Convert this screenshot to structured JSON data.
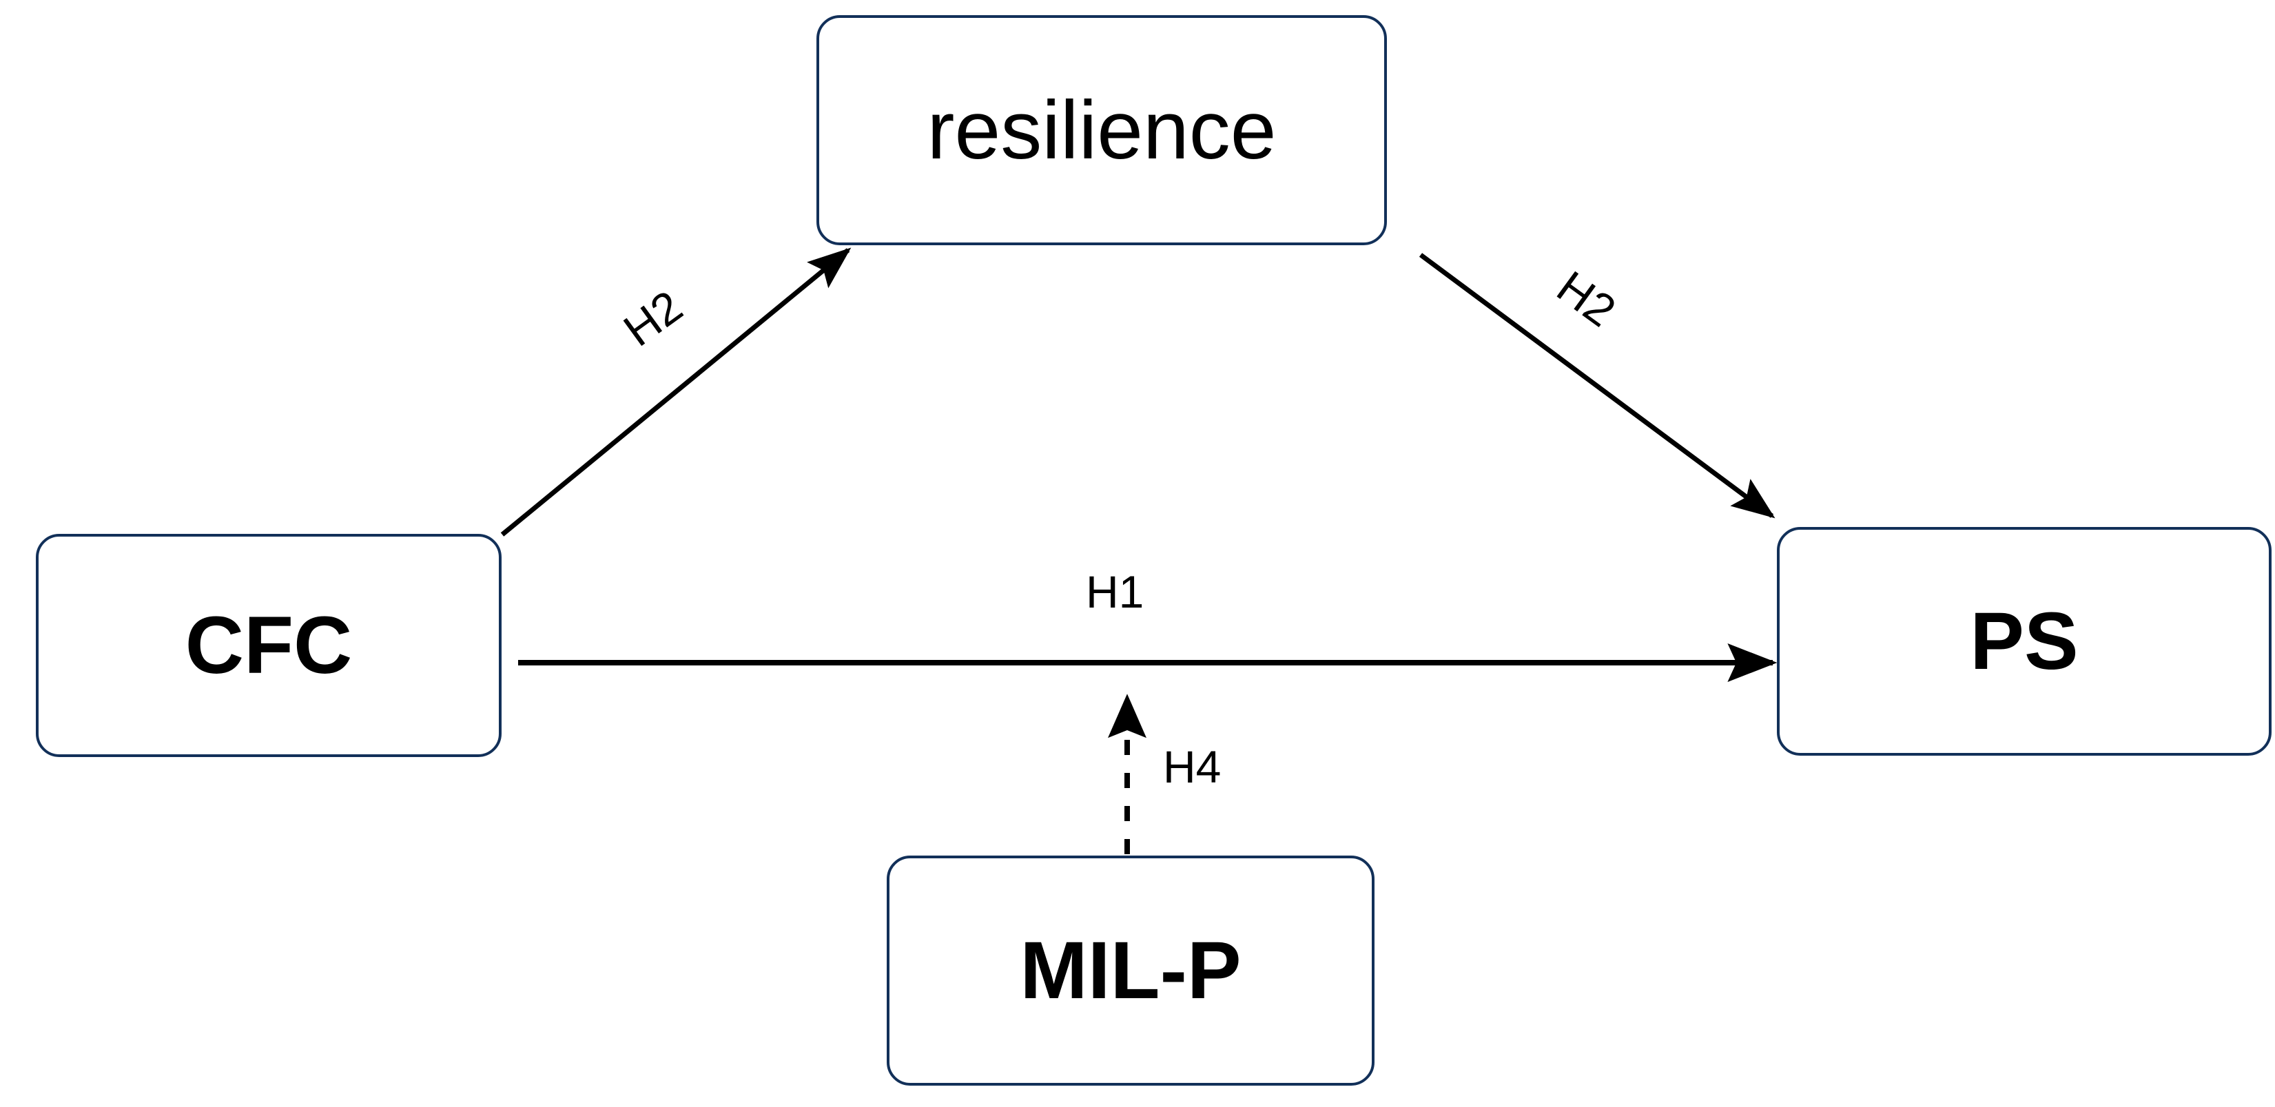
{
  "diagram": {
    "type": "path-model",
    "background_color": "#ffffff",
    "node_border_color": "#123059",
    "edge_color": "#000000",
    "nodes": [
      {
        "id": "resilience",
        "label": "resilience"
      },
      {
        "id": "cfc",
        "label": "CFC"
      },
      {
        "id": "ps",
        "label": "PS"
      },
      {
        "id": "milp",
        "label": "MIL-P"
      }
    ],
    "edges": [
      {
        "id": "cfc-to-resilience",
        "label": "H2",
        "from": "cfc",
        "to": "resilience",
        "style": "solid",
        "arrow": "single"
      },
      {
        "id": "resilience-to-ps",
        "label": "H2",
        "from": "resilience",
        "to": "ps",
        "style": "solid",
        "arrow": "single"
      },
      {
        "id": "cfc-to-ps",
        "label": "H1",
        "from": "cfc",
        "to": "ps",
        "style": "solid",
        "arrow": "single"
      },
      {
        "id": "milp-to-cfc-ps",
        "label": "H4",
        "from": "milp",
        "to": "cfc-to-ps",
        "style": "dashed",
        "arrow": "single"
      }
    ]
  }
}
